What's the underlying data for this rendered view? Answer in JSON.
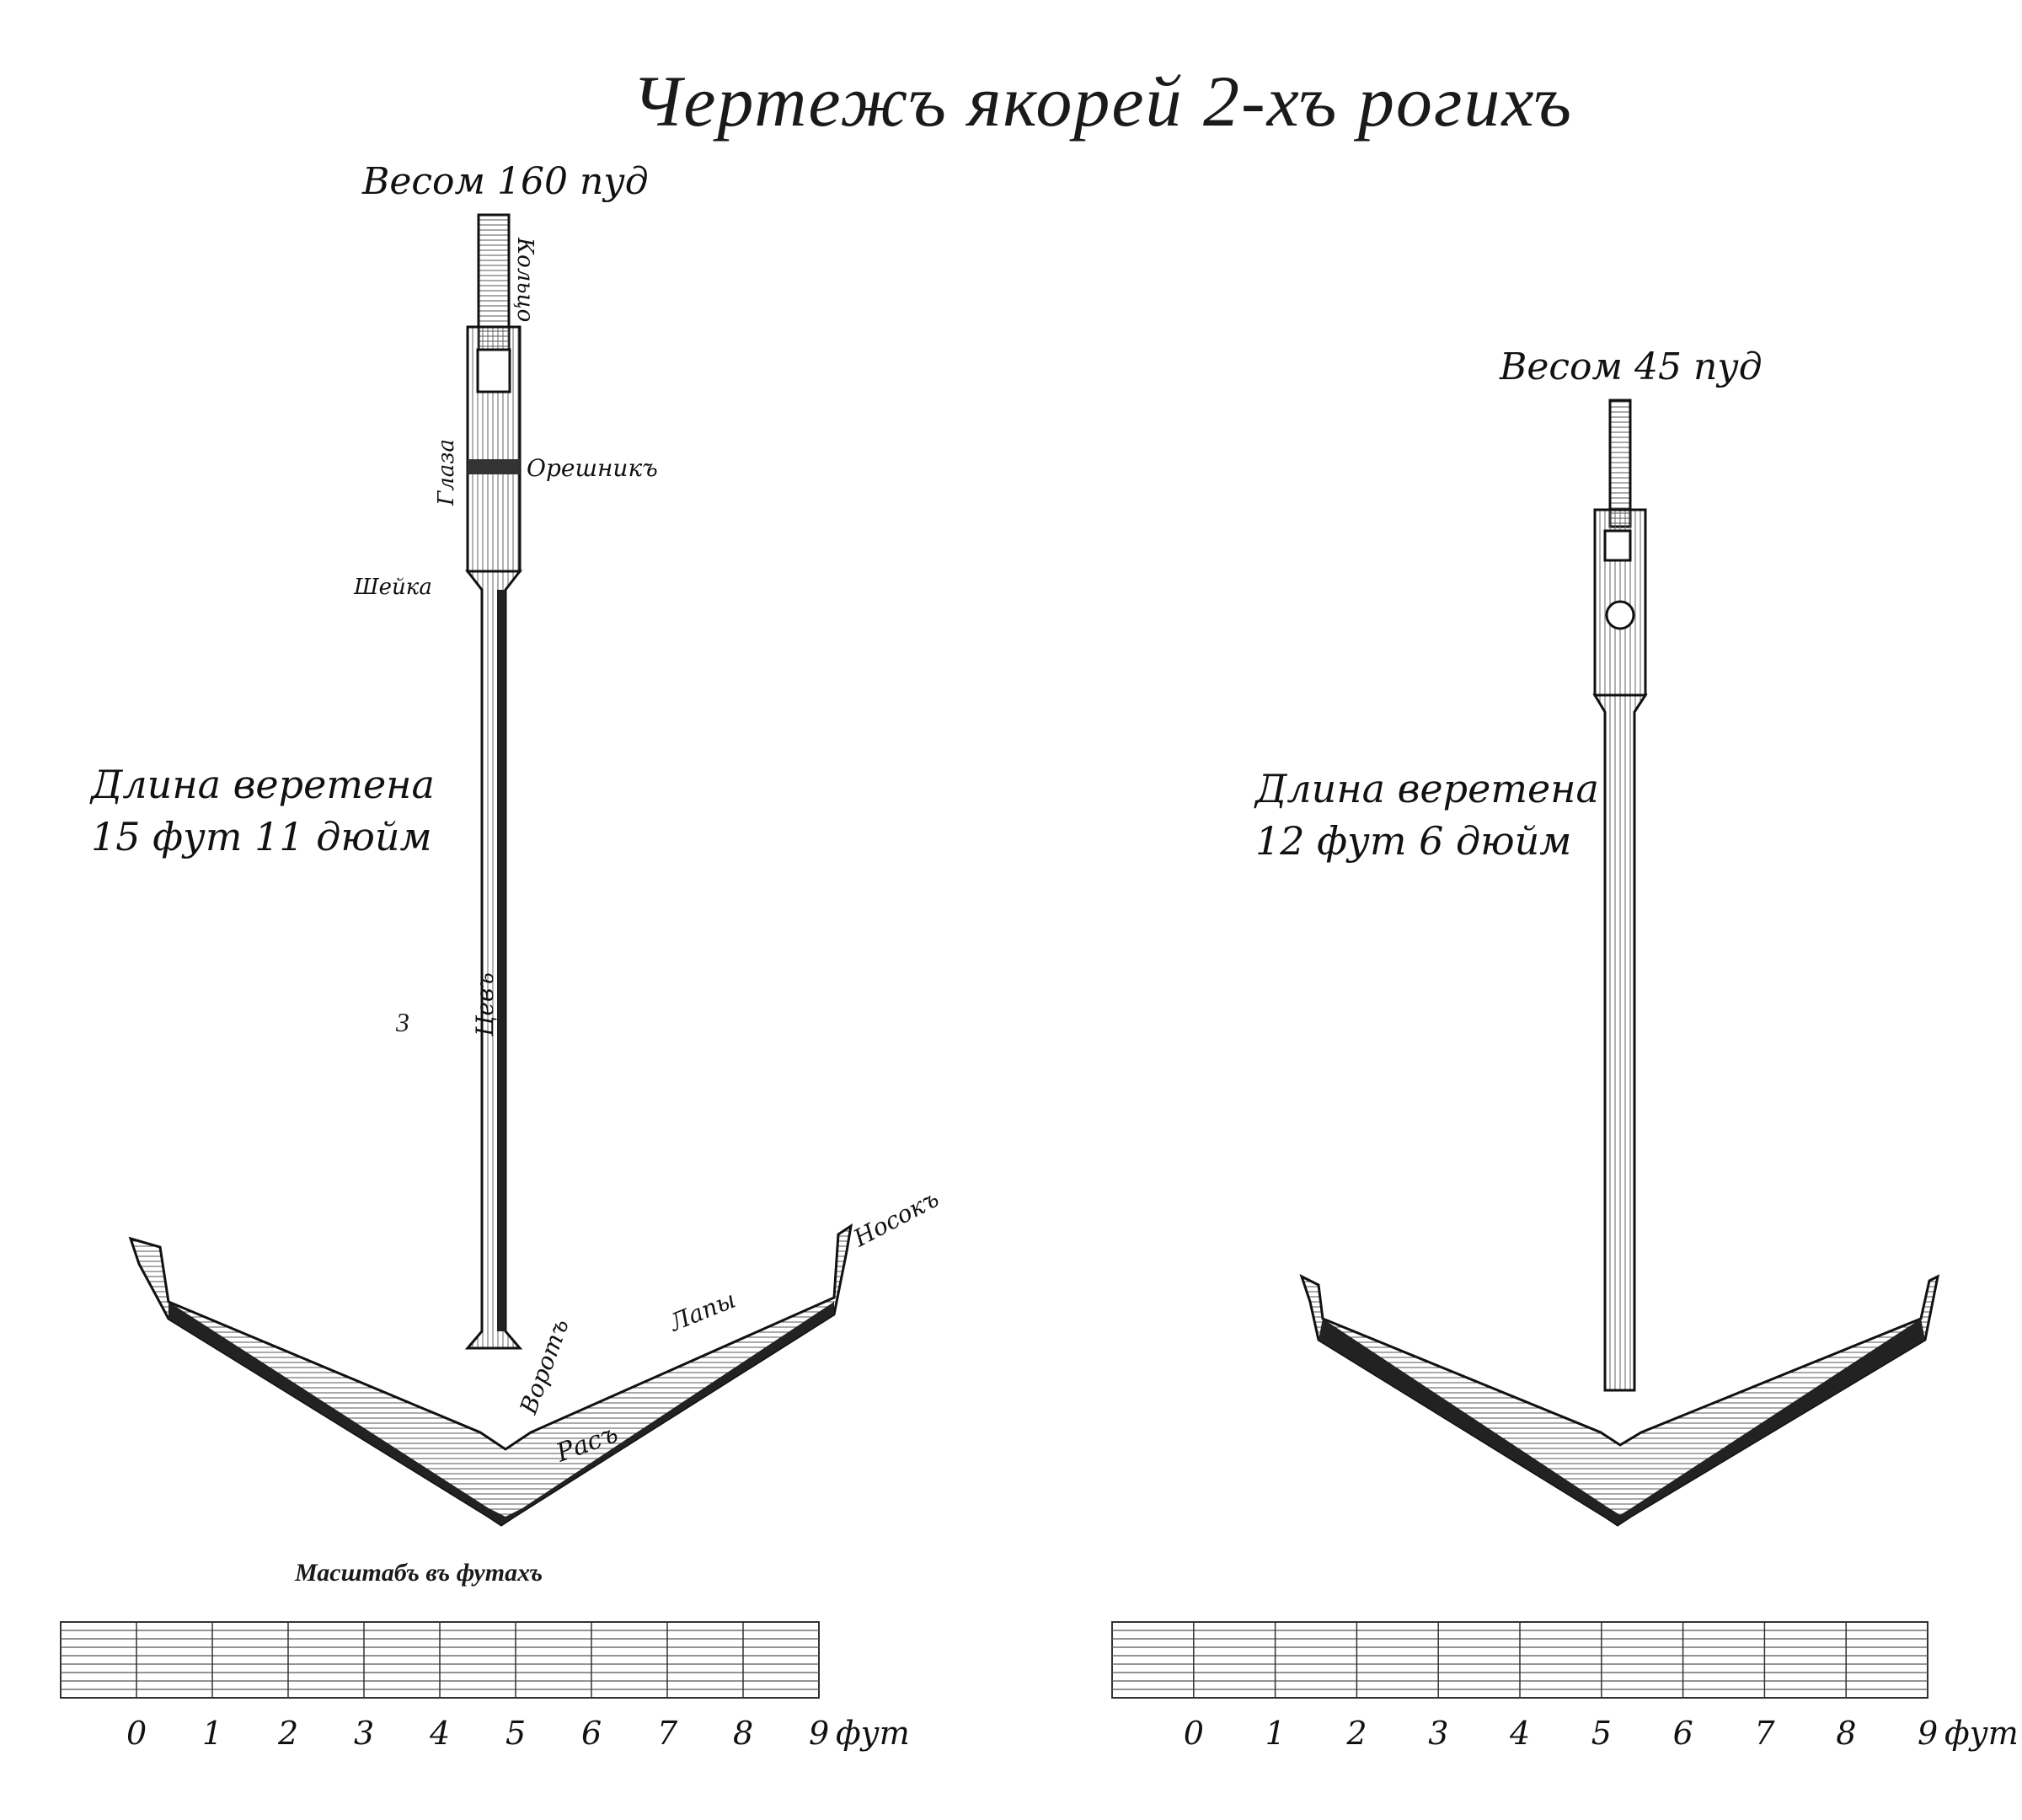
{
  "title": "Чертежъ якорей 2-хъ рогихъ",
  "left_anchor": {
    "weight": "Весом 160 пуд",
    "shank_length_line1": "Длина веретена",
    "shank_length_line2": "15 фут 11 дюйм",
    "part_labels": {
      "ring": "Кольцо",
      "eye": "Глаза",
      "stock_nut": "Орешникъ",
      "neck": "Шейка",
      "shank": "Цевъ",
      "throat": "Воротъ",
      "crown": "Расъ",
      "palm": "Лапы",
      "bill": "Носокъ",
      "marker": "3"
    },
    "scale_caption": "Масштабъ въ футахъ",
    "scale_ticks": [
      "0",
      "1",
      "2",
      "3",
      "4",
      "5",
      "6",
      "7",
      "8",
      "9"
    ],
    "scale_unit": "фут"
  },
  "right_anchor": {
    "weight": "Весом 45 пуд",
    "shank_length_line1": "Длина веретена",
    "shank_length_line2": "12 фут 6 дюйм",
    "scale_ticks": [
      "0",
      "1",
      "2",
      "3",
      "4",
      "5",
      "6",
      "7",
      "8",
      "9"
    ],
    "scale_unit": "фут"
  }
}
